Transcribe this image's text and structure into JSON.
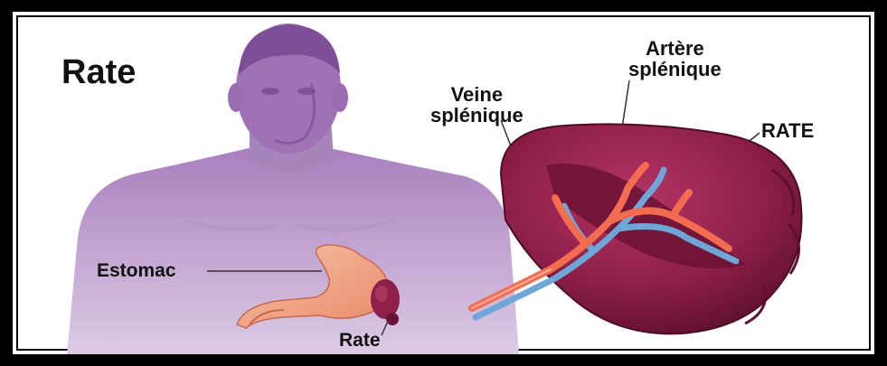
{
  "title": "Rate",
  "labels": {
    "estomac": "Estomac",
    "rate_small": "Rate",
    "veine_line1": "Veine",
    "veine_line2": "splénique",
    "artere_line1": "Artère",
    "artere_line2": "splénique",
    "rate_big": "RATE"
  },
  "colors": {
    "silhouette": "#b592c6",
    "silhouette_light": "#d3bfdd",
    "spleen": "#8e1f4a",
    "spleen_dark": "#5e0f30",
    "artery": "#f26c4f",
    "vein": "#6fa6d8",
    "stomach": "#f5a98a",
    "frame": "#000000"
  }
}
